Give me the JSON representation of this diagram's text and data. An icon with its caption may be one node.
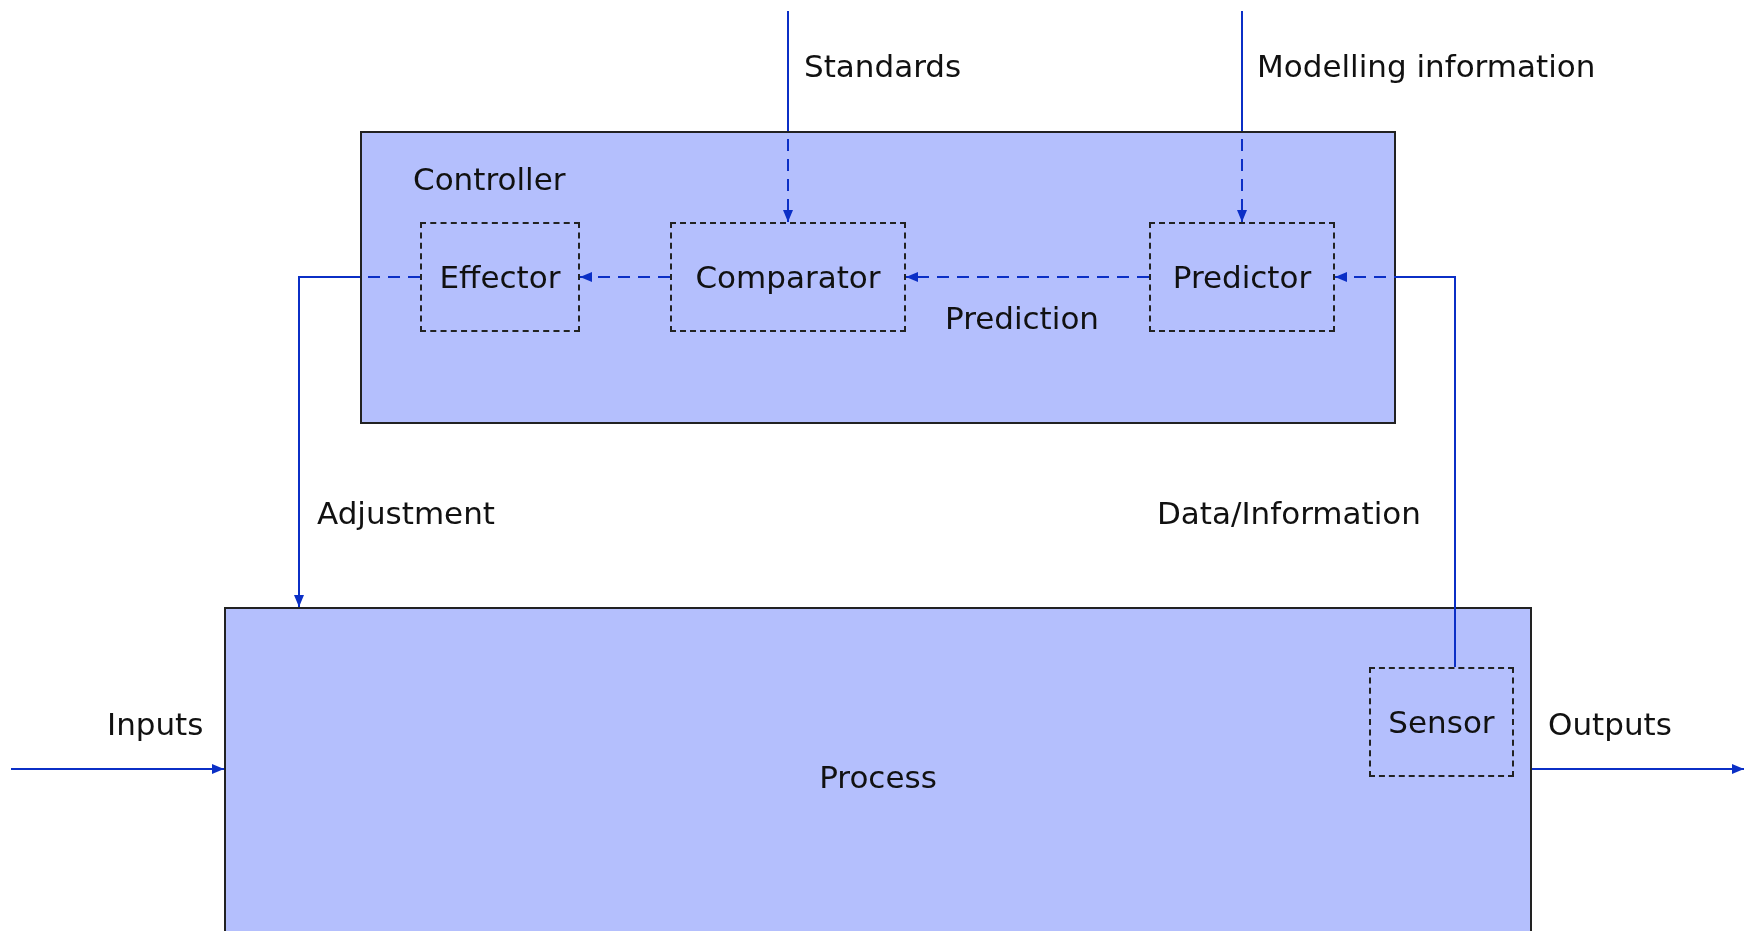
{
  "diagram": {
    "nodes": [
      {
        "text": [
          "Controller"
        ]
      },
      {
        "text": [
          "Effector"
        ],
        "in": 0
      },
      {
        "text": [
          "Comparator"
        ],
        "in": 0
      },
      {
        "text": [
          "Predictor"
        ],
        "in": 0
      },
      {
        "text": [
          "Process"
        ]
      },
      {
        "text": [
          "Sensor"
        ],
        "in": 4
      }
    ],
    "edges": [
      {
        "from": null,
        "to": 2,
        "arrow": "to",
        "label": "Standards",
        "style": "dashed"
      },
      {
        "from": null,
        "to": 3,
        "arrow": "to",
        "label": "Modelling information",
        "style": "dashed"
      },
      {
        "from": 3,
        "to": 2,
        "arrow": "to",
        "label": "Prediction",
        "style": "dashed"
      },
      {
        "from": 2,
        "to": 1,
        "arrow": "to",
        "style": "dashed"
      },
      {
        "from": 1,
        "to": 4,
        "arrow": "to",
        "label": "Adjustment",
        "style": "dashed"
      },
      {
        "from": 5,
        "to": 3,
        "arrow": "to",
        "label": "Data/Information",
        "style": "dashed"
      },
      {
        "from": null,
        "to": 4,
        "arrow": "to",
        "label": "Inputs"
      },
      {
        "from": 4,
        "to": null,
        "arrow": "to",
        "label": "Outputs"
      }
    ]
  }
}
